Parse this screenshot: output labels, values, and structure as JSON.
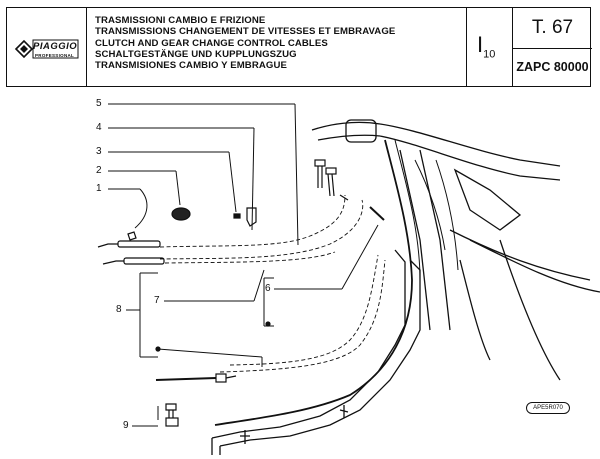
{
  "header": {
    "brand": "PIAGGIO",
    "brand_sub": "PROFESSIONAL",
    "titles": [
      "TRASMISSIONI CAMBIO E FRIZIONE",
      "TRANSMISSIONS CHANGEMENT DE VITESSES ET EMBRAVAGE",
      "CLUTCH AND GEAR CHANGE CONTROL CABLES",
      "SCHALTGESTÄNGE UND KUPPLUNGSZUG",
      "TRANSMISIONES CAMBIO Y EMBRAGUE"
    ],
    "section_main": "I",
    "section_sub": "10",
    "table_ref": "T. 67",
    "model": "ZAPC 80000"
  },
  "callouts": [
    "1",
    "2",
    "3",
    "4",
    "5",
    "6",
    "7",
    "8",
    "9"
  ],
  "drawing_code": "APE5R070"
}
